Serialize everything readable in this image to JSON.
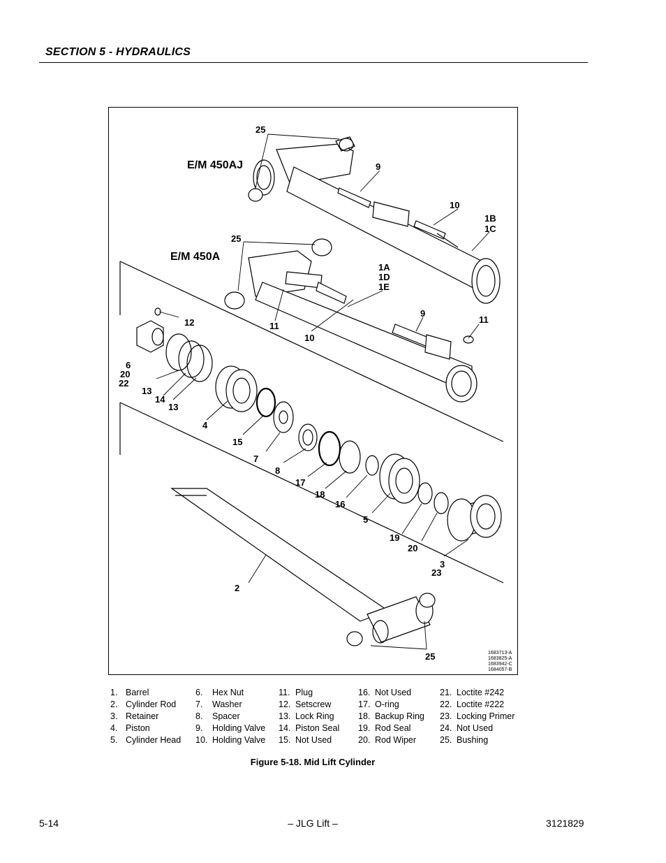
{
  "header": {
    "section_title": "SECTION 5 - HYDRAULICS"
  },
  "figure": {
    "models": [
      "E/M 450AJ",
      "E/M 450A"
    ],
    "callouts": [
      "25",
      "9",
      "10",
      "1B",
      "1C",
      "25",
      "1A",
      "1D",
      "1E",
      "12",
      "11",
      "10",
      "9",
      "11",
      "6",
      "20",
      "22",
      "13",
      "14",
      "13",
      "4",
      "15",
      "7",
      "8",
      "17",
      "18",
      "16",
      "5",
      "19",
      "20",
      "3",
      "23",
      "2",
      "25"
    ],
    "part_numbers": [
      "1683713-A",
      "1683825-A",
      "1683942-C",
      "1684057-B"
    ]
  },
  "legend": {
    "columns": [
      [
        {
          "n": "1.",
          "label": "Barrel"
        },
        {
          "n": "2.",
          "label": "Cylinder Rod"
        },
        {
          "n": "3.",
          "label": "Retainer"
        },
        {
          "n": "4.",
          "label": "Piston"
        },
        {
          "n": "5.",
          "label": "Cylinder Head"
        }
      ],
      [
        {
          "n": "6.",
          "label": "Hex Nut"
        },
        {
          "n": "7.",
          "label": "Washer"
        },
        {
          "n": "8.",
          "label": "Spacer"
        },
        {
          "n": "9.",
          "label": "Holding Valve"
        },
        {
          "n": "10.",
          "label": "Holding Valve"
        }
      ],
      [
        {
          "n": "11.",
          "label": "Plug"
        },
        {
          "n": "12.",
          "label": "Setscrew"
        },
        {
          "n": "13.",
          "label": "Lock Ring"
        },
        {
          "n": "14.",
          "label": "Piston Seal"
        },
        {
          "n": "15.",
          "label": "Not Used"
        }
      ],
      [
        {
          "n": "16.",
          "label": "Not Used"
        },
        {
          "n": "17.",
          "label": "O-ring"
        },
        {
          "n": "18.",
          "label": "Backup Ring"
        },
        {
          "n": "19.",
          "label": "Rod Seal"
        },
        {
          "n": "20.",
          "label": "Rod Wiper"
        }
      ],
      [
        {
          "n": "21.",
          "label": "Loctite #242"
        },
        {
          "n": "22.",
          "label": "Loctite #222"
        },
        {
          "n": "23.",
          "label": "Locking Primer"
        },
        {
          "n": "24.",
          "label": "Not Used"
        },
        {
          "n": "25.",
          "label": "Bushing"
        }
      ]
    ]
  },
  "caption": "Figure 5-18.  Mid Lift Cylinder",
  "footer": {
    "page": "5-14",
    "center": "– JLG Lift –",
    "doc_number": "3121829"
  }
}
